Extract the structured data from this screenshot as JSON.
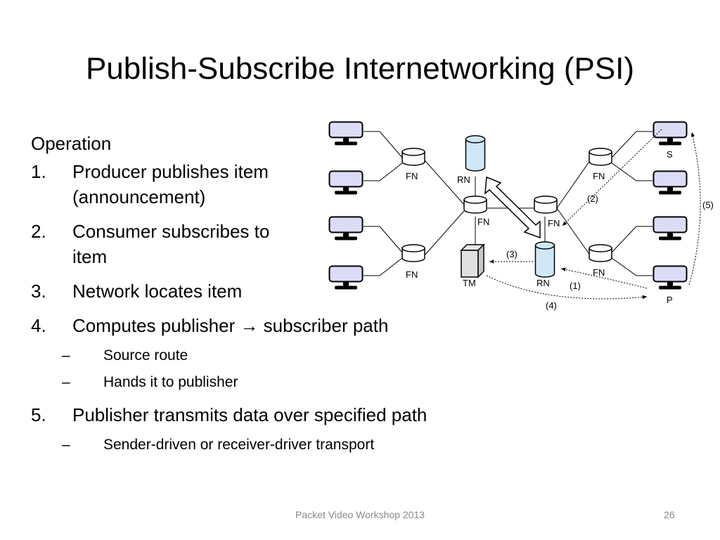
{
  "slide": {
    "title": "Publish-Subscribe Internetworking (PSI)",
    "heading": "Operation",
    "items": [
      {
        "num": "1.",
        "text": "Producer publishes item (announcement)"
      },
      {
        "num": "2.",
        "text": "Consumer subscribes to item"
      },
      {
        "num": "3.",
        "text": "Network locates item"
      },
      {
        "num": "4.",
        "text": "Computes publisher → subscriber path"
      },
      {
        "num": "5.",
        "text": "Publisher transmits data over specified path"
      }
    ],
    "sub_items_4": [
      "Source route",
      "Hands it to publisher"
    ],
    "sub_items_5": [
      "Sender-driven or receiver-driver transport"
    ],
    "dash": "–",
    "footer": "Packet Video Workshop 2013",
    "page_number": "26"
  },
  "diagram": {
    "labels": {
      "fn": "FN",
      "rn": "RN",
      "tm": "TM",
      "s": "S",
      "p": "P",
      "step1": "(1)",
      "step2": "(2)",
      "step3": "(3)",
      "step4": "(4)",
      "step5": "(5)"
    },
    "colors": {
      "monitor_screen": "#dcdcf7",
      "rn_fill": "#cfe8f5",
      "node_stroke": "#000000"
    }
  }
}
